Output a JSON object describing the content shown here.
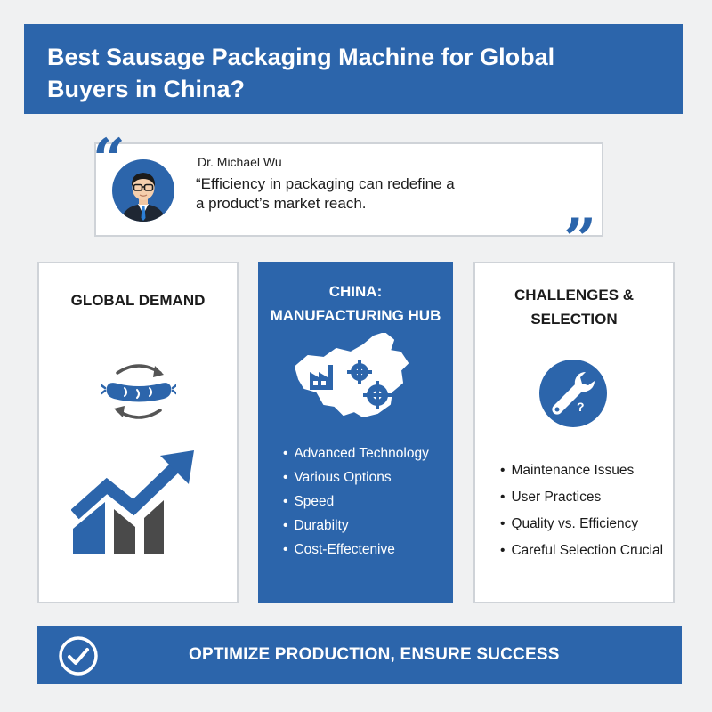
{
  "header": {
    "title": "Best Sausage Packaging Machine for Global\nBuyers in China?"
  },
  "quote": {
    "author": "Dr. Michael Wu",
    "text": "“Efficiency in packaging can redefine a\na product’s market reach."
  },
  "panels": [
    {
      "title": "Global Demand",
      "icons": [
        "sausage-icon",
        "refresh-arrows-icon",
        "growth-chart-icon"
      ]
    },
    {
      "title": "China:\nManufacturing Hub",
      "icons": [
        "china-map-icon",
        "factory-icon",
        "gear-icon"
      ],
      "bullets": [
        "Advanced Technology",
        "Various Options",
        "Speed",
        "Durabilty",
        "Cost-Effectenive"
      ]
    },
    {
      "title": "Challenges &\nSelection",
      "icons": [
        "wrench-question-icon"
      ],
      "bullets": [
        "Maintenance Issues",
        "User Practices",
        "Quality vs. Efficiency",
        "Careful Selection Crucial"
      ]
    }
  ],
  "footer": {
    "text": "Optimize Production, Ensure Success",
    "icon": "check-circle-icon"
  },
  "colors": {
    "brand_blue": "#2c65ab",
    "background": "#f0f1f2",
    "panel_white": "#ffffff",
    "chart_gray": "#4a4a4a"
  }
}
